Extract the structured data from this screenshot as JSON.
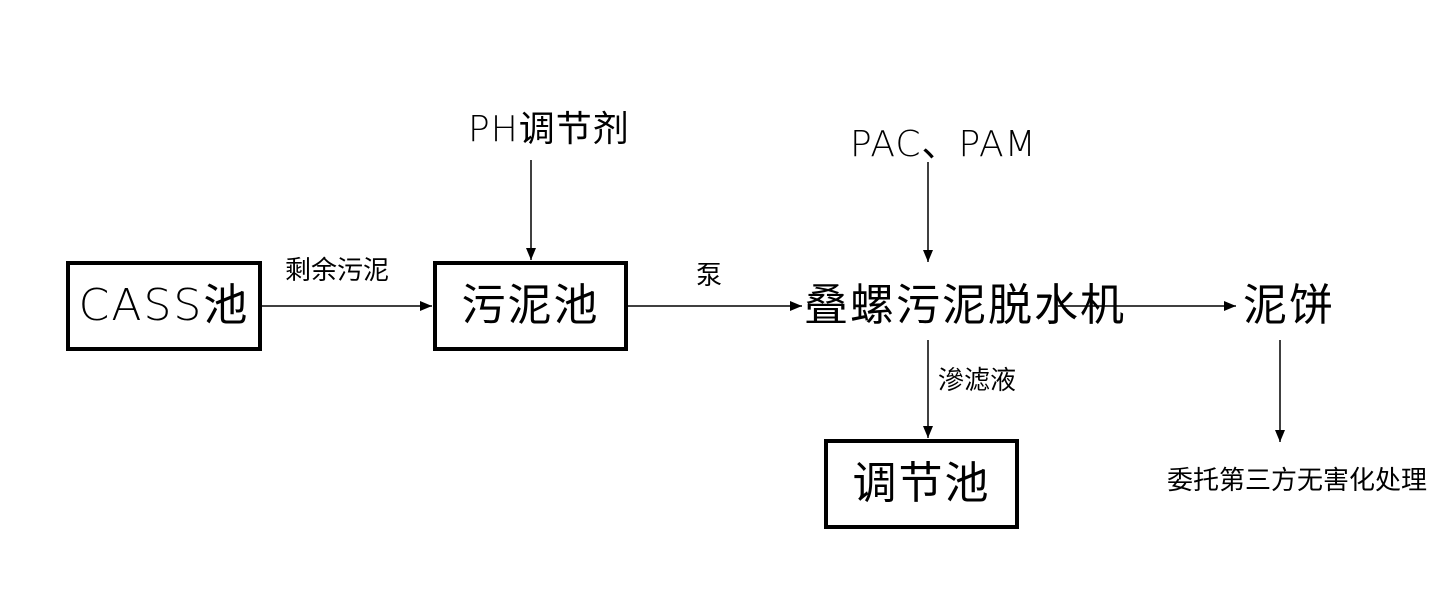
{
  "nodes": {
    "cass": "CASS池",
    "sludge_tank": "污泥池",
    "dewatering": "叠螺污泥脱水机",
    "cake": "泥饼",
    "regulating_tank": "调节池",
    "disposal": "委托第三方无害化处理"
  },
  "inputs": {
    "ph": "PH调节剂",
    "pac_pam": "PAC、PAM"
  },
  "edges": {
    "excess_sludge": "剩余污泥",
    "pump": "泵",
    "filtrate": "滲滤液"
  }
}
